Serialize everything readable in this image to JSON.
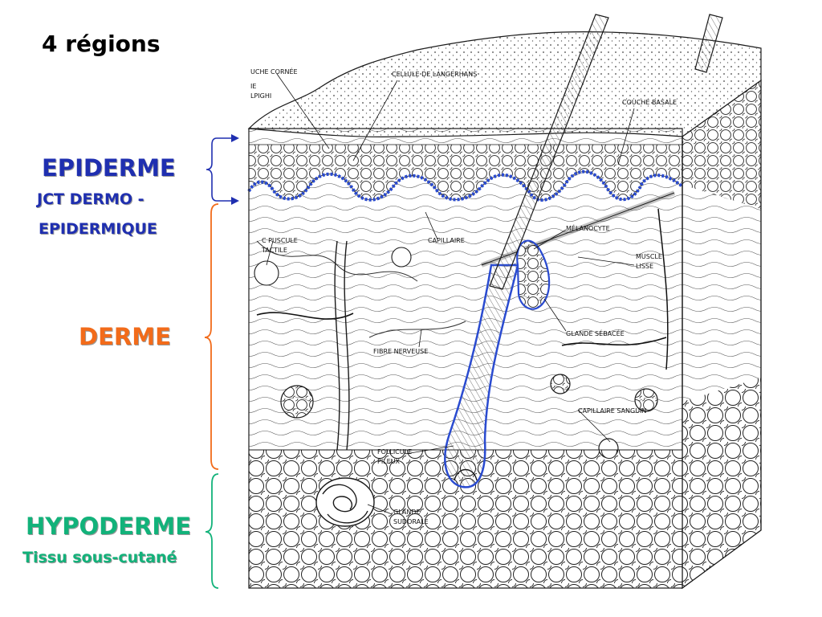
{
  "title": "4 régions",
  "regions": {
    "epiderme": "EPIDERME",
    "jct_line1": "JCT DERMO -",
    "jct_line2": "EPIDERMIQUE",
    "derme": "DERME",
    "hypoderme": "HYPODERME",
    "tissu": "Tissu sous-cutané"
  },
  "figure_labels": {
    "couche_cornee": "UCHE CORNÉE",
    "malpighi_1": "IE",
    "malpighi_2": "LPIGHI",
    "langerhans": "CELLULE DE LANGERHANS",
    "couche_basale": "COUCHE BASALE",
    "melanocyte": "MÉLANOCYTE",
    "corpuscule_1": "C   PUSCULE",
    "corpuscule_2": "TACTILE",
    "capillaire": "CAPILLAIRE",
    "muscle_1": "MUSCLE",
    "muscle_2": "LISSE",
    "glande_sebacee": "GLANDE SÉBACÉE",
    "fibre_nerveuse": "FIBRE NERVEUSE",
    "capillaire_sanguin": "CAPILLAIRE SANGUIN",
    "follicule_1": "FOLLICULE",
    "follicule_2": "PILEUX",
    "glande_sudorale_1": "GLANDE",
    "glande_sudorale_2": "SUDORALE"
  },
  "colors": {
    "epiderme": "#1f2fb0",
    "derme": "#f26b1a",
    "hypoderme": "#12b27a",
    "outline": "#1a1a1a",
    "basal_layer": "#2a4bd0"
  }
}
